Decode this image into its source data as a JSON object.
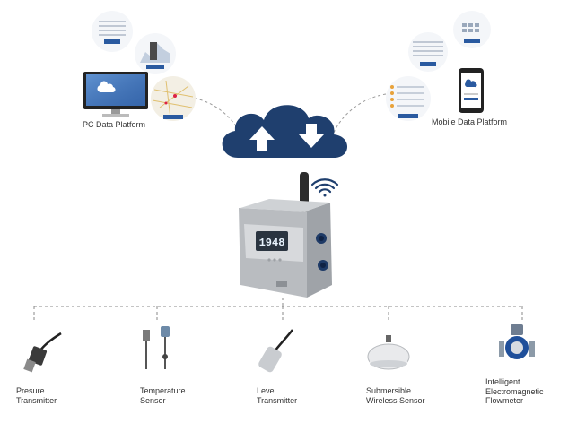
{
  "platforms": {
    "pc": {
      "label": "PC Data Platform"
    },
    "mobile": {
      "label": "Mobile Data Platform"
    }
  },
  "device": {
    "display_value": "1948"
  },
  "sensors": [
    {
      "line1": "Presure",
      "line2": "Transmitter"
    },
    {
      "line1": "Temperature",
      "line2": "Sensor"
    },
    {
      "line1": "Level",
      "line2": "Transmitter"
    },
    {
      "line1": "Submersible",
      "line2": "Wireless  Sensor"
    },
    {
      "line1": "Intelligent",
      "line2": "Electromagnetic",
      "line3": "Flowmeter"
    }
  ],
  "colors": {
    "cloud": "#1f3f6e",
    "arrow": "#ffffff",
    "device_body": "#b9bcc0",
    "device_panel": "#d7d9dc",
    "display": "#2a3440",
    "display_text": "#e9f4ff",
    "connector": "#1e3a66",
    "antenna": "#2c2c2c",
    "wifi": "#1f3f6e",
    "dashed_line": "#9a9a9a",
    "circle_bg": "#f4f6f9"
  },
  "icons": [
    "cloud-upload-icon",
    "cloud-download-icon",
    "wifi-icon",
    "monitor-icon",
    "smartphone-icon",
    "map-icon"
  ]
}
